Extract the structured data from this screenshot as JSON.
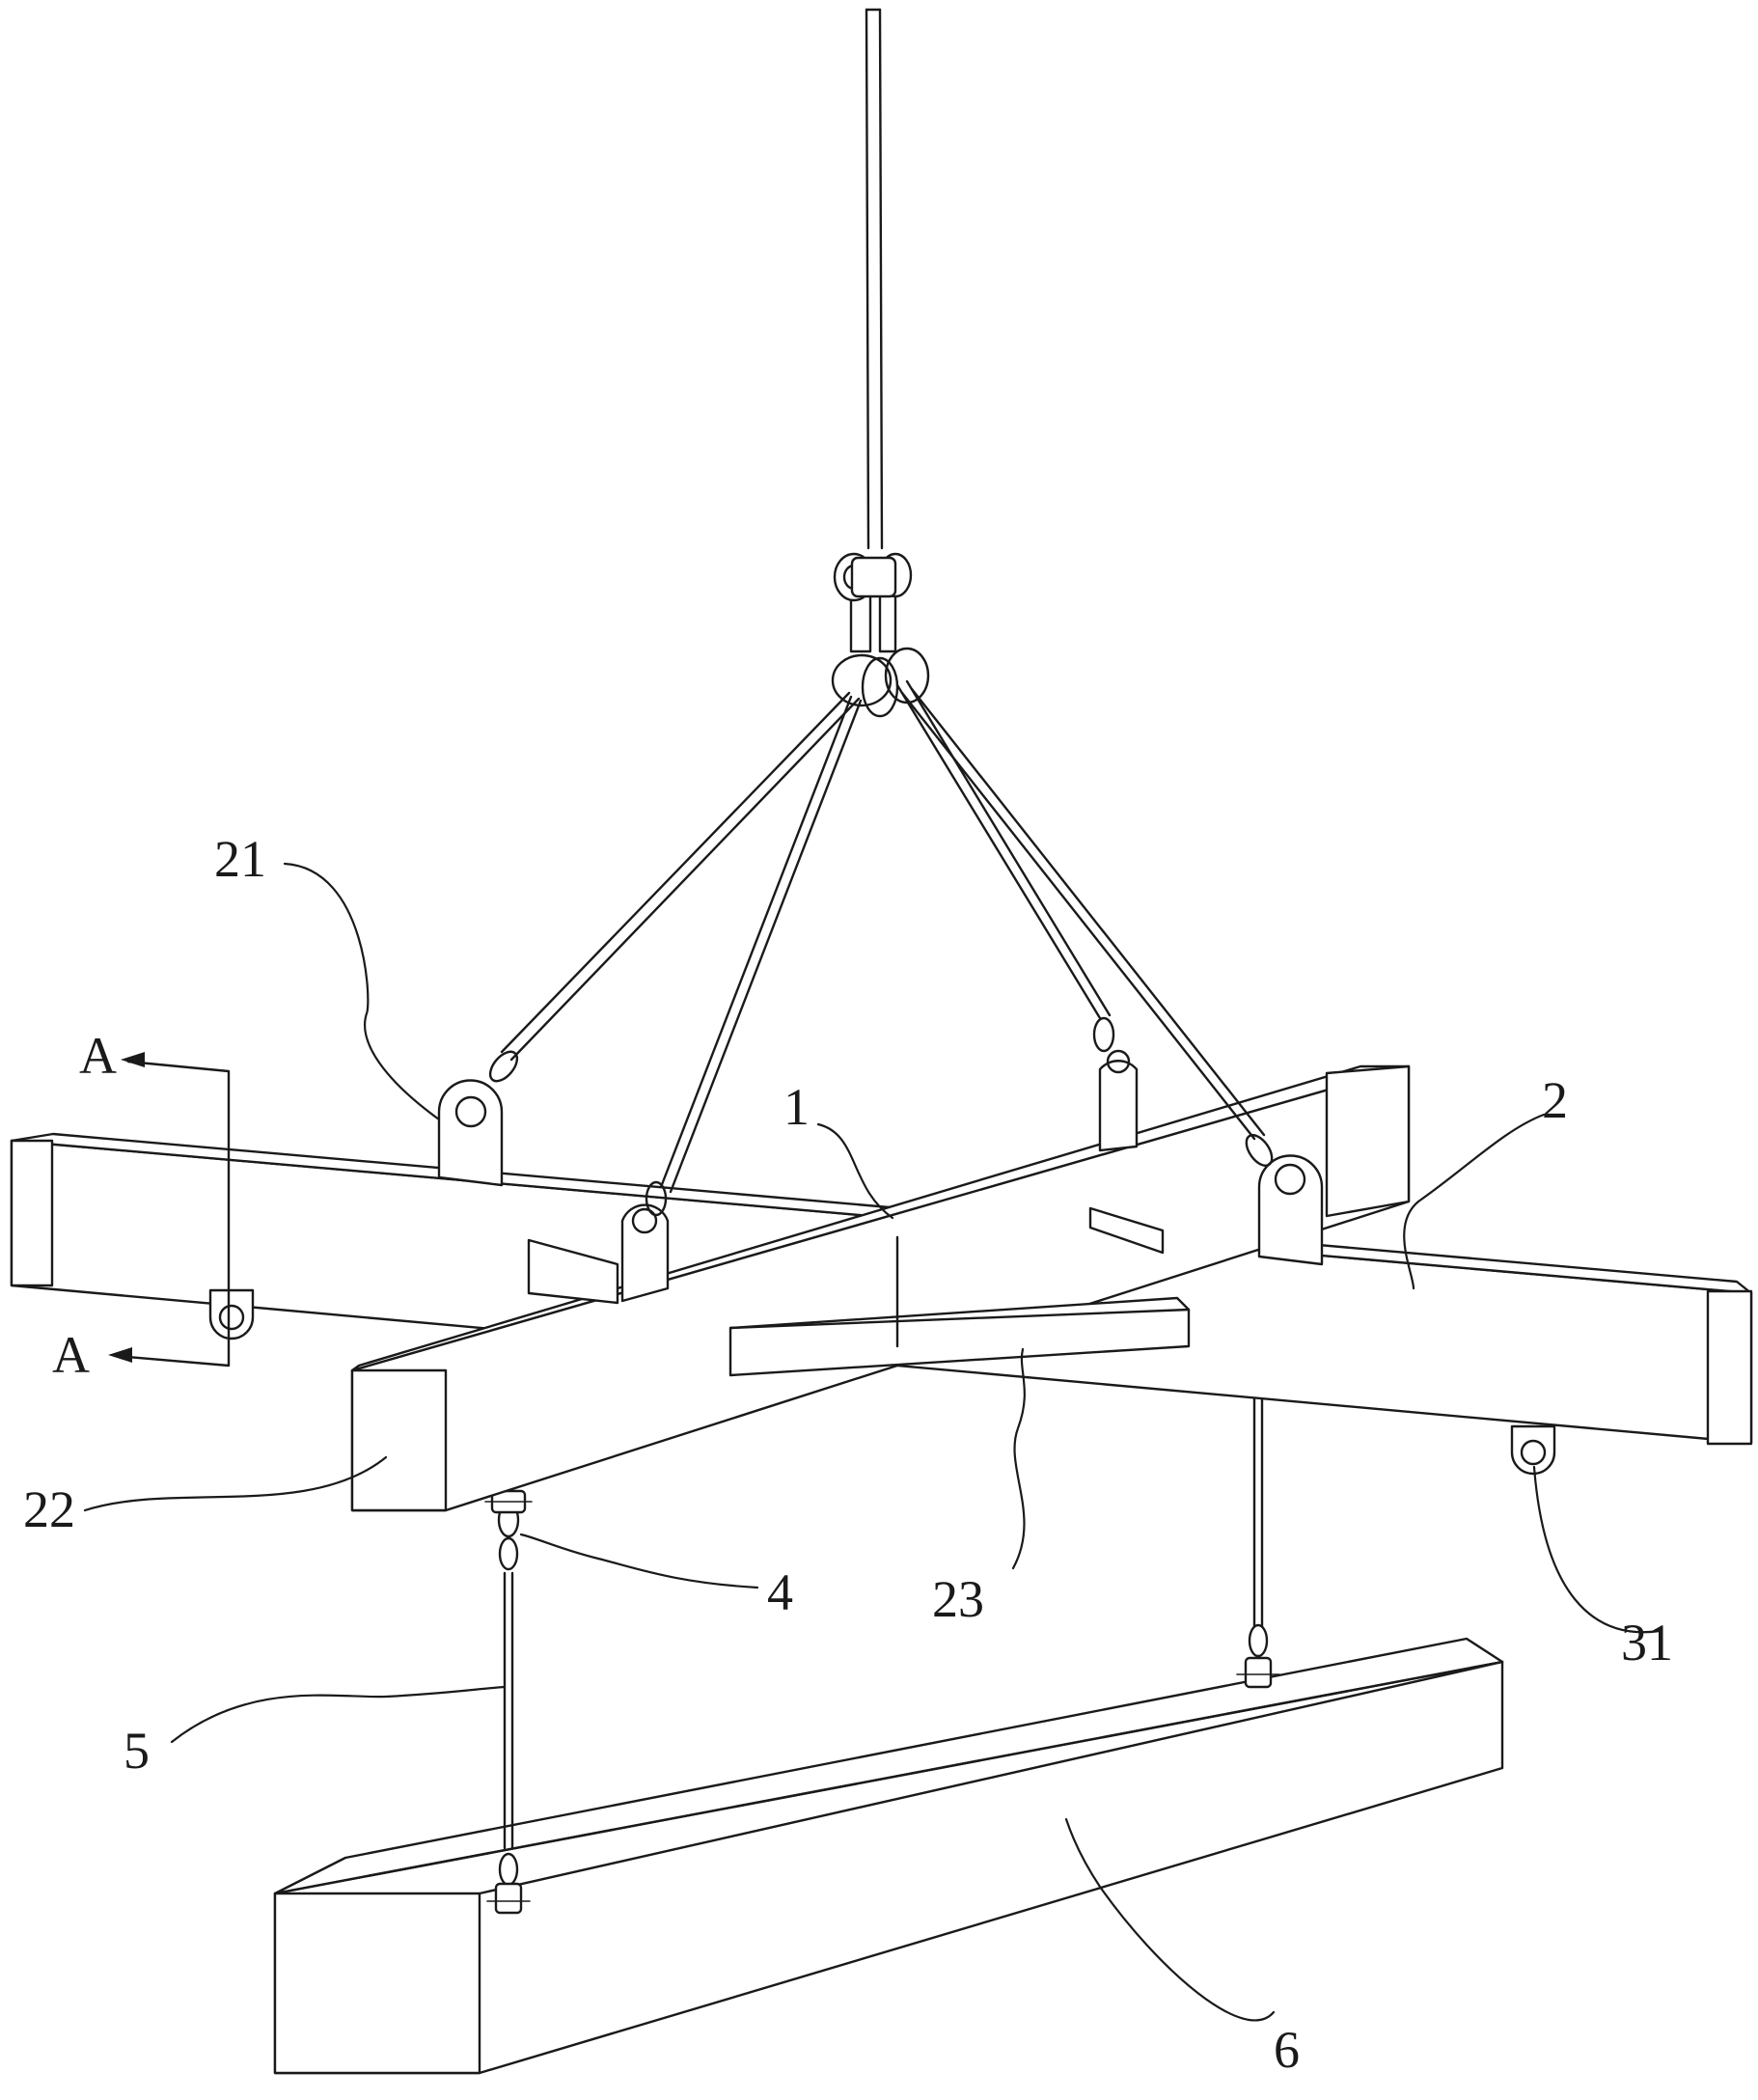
{
  "labels": {
    "l1": "1",
    "l2": "2",
    "l21": "21",
    "l22": "22",
    "l23": "23",
    "l31": "31",
    "l4": "4",
    "l5": "5",
    "l6": "6",
    "section_top": "A",
    "section_bottom": "A"
  }
}
